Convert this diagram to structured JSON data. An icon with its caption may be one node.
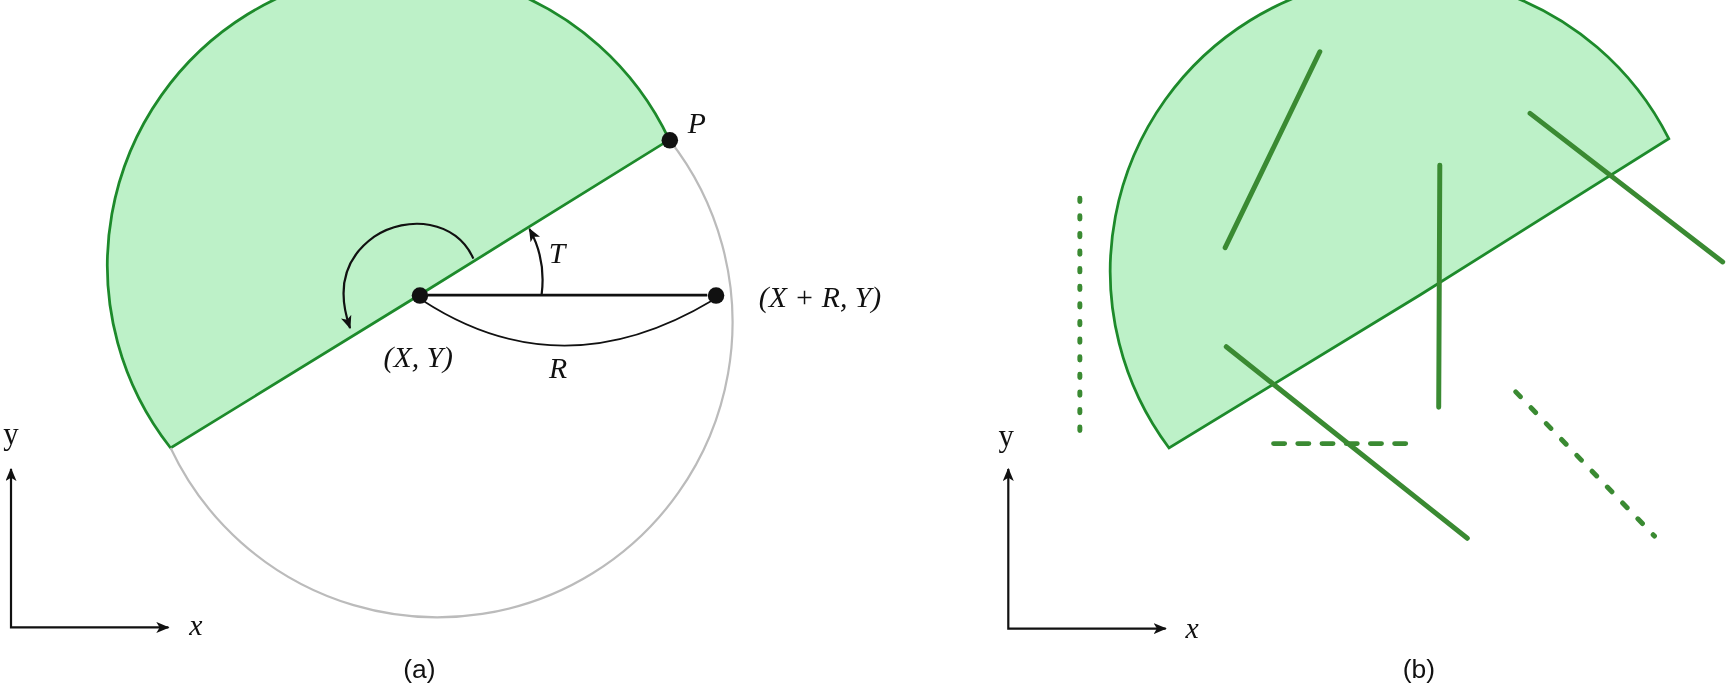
{
  "diagram": {
    "nodes": [
      {
        "text": [],
        "shape": "circle",
        "beside": [
          "P"
        ]
      },
      {
        "text": [],
        "shape": "circle",
        "beside": [
          "(X, Y)"
        ]
      },
      {
        "text": [],
        "shape": "circle",
        "beside": [
          "(X + R, Y)"
        ]
      }
    ],
    "edges": [
      {
        "from": 1,
        "to": 2,
        "arrow": "none"
      }
    ],
    "labels": [
      "T",
      "R",
      "y",
      "x",
      "(a)",
      "y",
      "x",
      "(b)"
    ]
  }
}
